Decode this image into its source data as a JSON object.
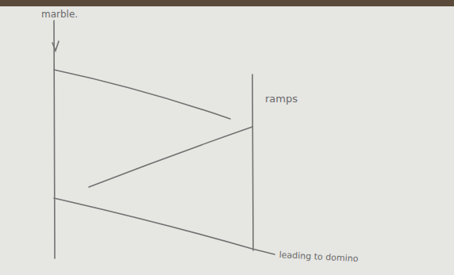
{
  "diagram": {
    "labels": [
      "marble.",
      "ramps",
      "leading to domino"
    ]
  }
}
